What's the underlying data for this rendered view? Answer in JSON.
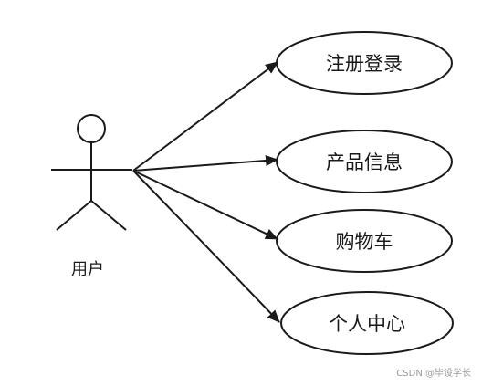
{
  "actor": {
    "label": "用户"
  },
  "use_cases": [
    {
      "label": "注册登录"
    },
    {
      "label": "产品信息"
    },
    {
      "label": "购物车"
    },
    {
      "label": "个人中心"
    }
  ],
  "watermark": "CSDN @毕设学长",
  "colors": {
    "stroke": "#1a1a1a",
    "background": "#ffffff",
    "watermark": "#9a9a9a"
  }
}
